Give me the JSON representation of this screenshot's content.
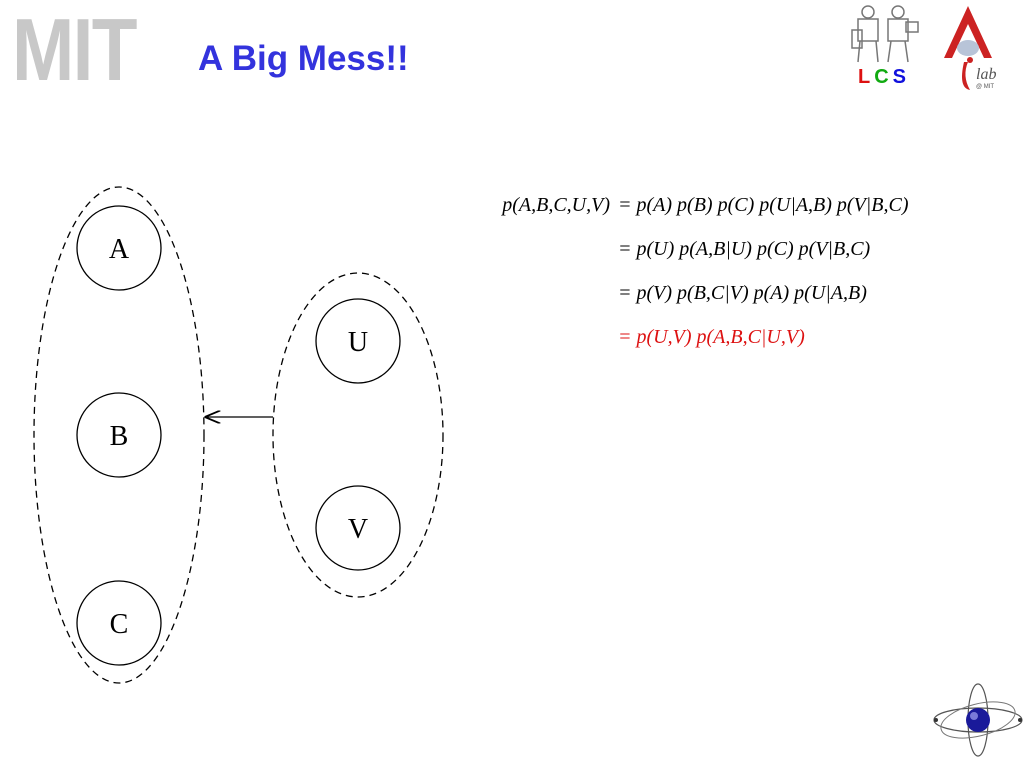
{
  "header": {
    "logo_text": "MIT",
    "title": "A Big Mess!!",
    "lcs_letters": [
      "L",
      "C",
      "S"
    ],
    "ilab_text": "lab",
    "ilab_sub": "@ MIT"
  },
  "diagram": {
    "nodes": [
      "A",
      "B",
      "C",
      "U",
      "V"
    ],
    "groups": [
      {
        "name": "left-group",
        "members": [
          "A",
          "B",
          "C"
        ]
      },
      {
        "name": "right-group",
        "members": [
          "U",
          "V"
        ]
      }
    ],
    "edges": [
      {
        "from": "right-group",
        "to": "left-group"
      }
    ]
  },
  "equations": {
    "lhs": "p(A,B,C,U,V)",
    "rows": [
      {
        "text": "= p(A) p(B) p(C) p(U|A,B) p(V|B,C)",
        "highlight": false
      },
      {
        "text": "= p(U) p(A,B|U) p(C) p(V|B,C)",
        "highlight": false
      },
      {
        "text": "= p(V) p(B,C|V) p(A) p(U|A,B)",
        "highlight": false
      },
      {
        "text": "= p(U,V) p(A,B,C|U,V)",
        "highlight": true
      }
    ]
  },
  "colors": {
    "title": "#3333dd",
    "highlight": "#dd1111",
    "logo_gray": "#c8c8c8"
  }
}
